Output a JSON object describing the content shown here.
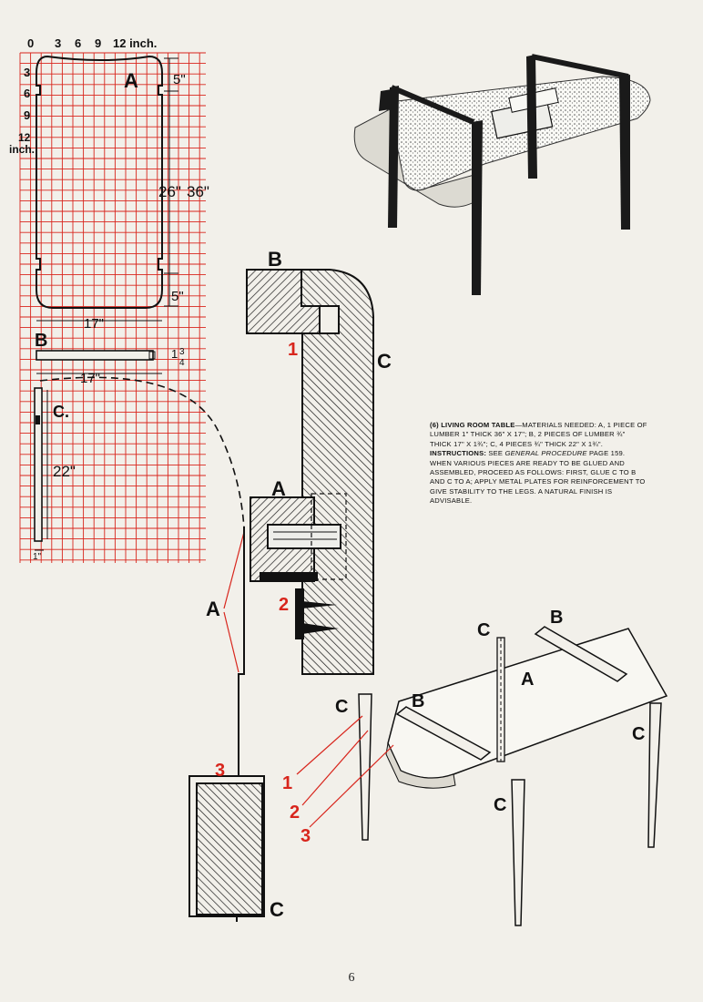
{
  "grid_pattern": {
    "scale_ticks": [
      "0",
      "3",
      "6",
      "9",
      "12 inch."
    ],
    "left_ticks": [
      "3",
      "6",
      "9",
      "12",
      "inch."
    ],
    "part_a": {
      "label": "A",
      "dims": [
        "5\"",
        "26\"",
        "36\"",
        "5\"",
        "17\""
      ]
    },
    "part_b": {
      "label": "B",
      "dims": [
        "1",
        "3",
        "4",
        "17\""
      ]
    },
    "part_c": {
      "label": "C.",
      "dims": [
        "22\"",
        "1\""
      ]
    }
  },
  "section": {
    "labels": {
      "b": "B",
      "c": "C",
      "a": "A",
      "a2": "A",
      "c2": "C"
    },
    "callouts": [
      "1",
      "2",
      "3"
    ]
  },
  "exploded": {
    "labels": {
      "c_top": "C",
      "b_top": "B",
      "a": "A",
      "b_left": "B",
      "c_left": "C",
      "c_right": "C",
      "c_front": "C"
    },
    "callouts": [
      "1",
      "2",
      "3"
    ]
  },
  "instructions": {
    "heading": "(6) LIVING ROOM TABLE",
    "materials": "—MATERIALS NEEDED: A, 1 PIECE OF LUMBER 1\" THICK 36\" x 17\"; B, 2 PIECES OF LUMBER ¾\" THICK 17\" x 1¾\"; C, 4 PIECES ¾\" THICK 22\" x 1¾\".",
    "instr_label": "INSTRUCTIONS:",
    "see": " SEE ",
    "general_procedure": "GENERAL PROCEDURE",
    "body": " PAGE 159. WHEN VARIOUS PIECES ARE READY TO BE GLUED AND ASSEMBLED, PROCEED AS FOLLOWS: FIRST, GLUE C TO B AND C TO A; APPLY METAL PLATES FOR REINFORCEMENT TO GIVE STABILITY TO THE LEGS. A NATURAL FINISH IS ADVISABLE."
  },
  "page_number": "6",
  "colors": {
    "grid_red": "#d8251c",
    "ink": "#111111",
    "paper": "#f2f0ea"
  }
}
